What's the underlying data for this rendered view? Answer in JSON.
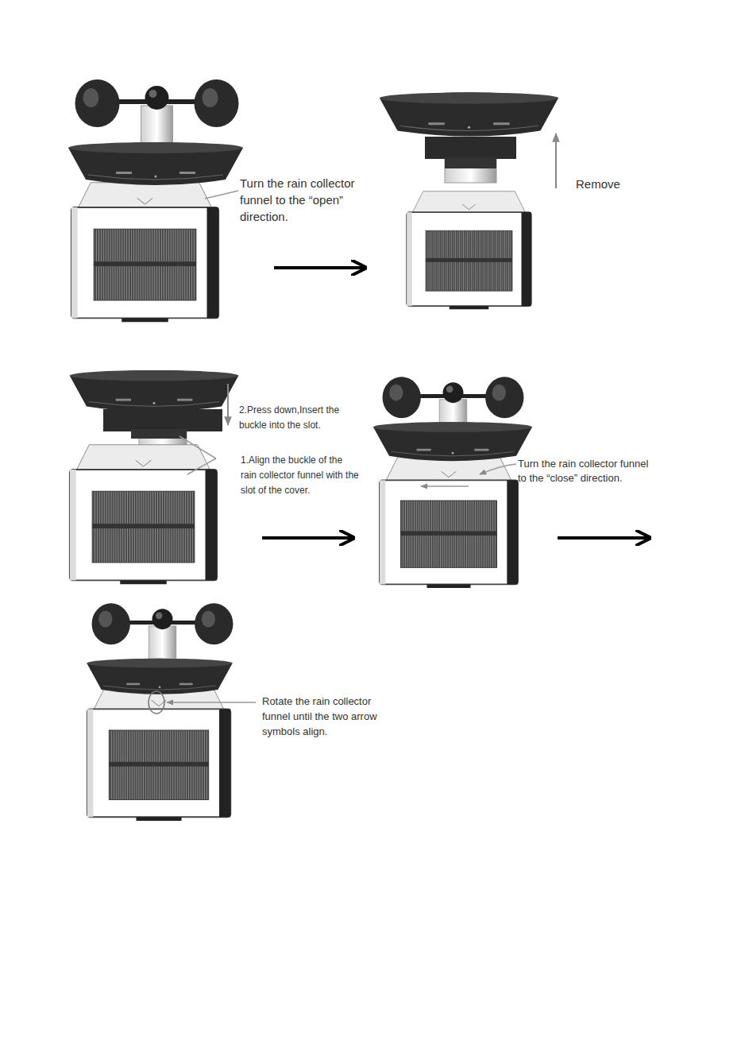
{
  "diagram": {
    "labels": [
      "Turn the rain collector funnel to the “open” direction.",
      "Remove",
      "2.Press down,Insert the buckle into the slot.",
      "1.Align the buckle of the rain collector funnel with the slot of the cover.",
      "Turn the rain collector funnel to the “close” direction.",
      "Rotate the rain collector funnel until the two arrow symbols align."
    ]
  }
}
